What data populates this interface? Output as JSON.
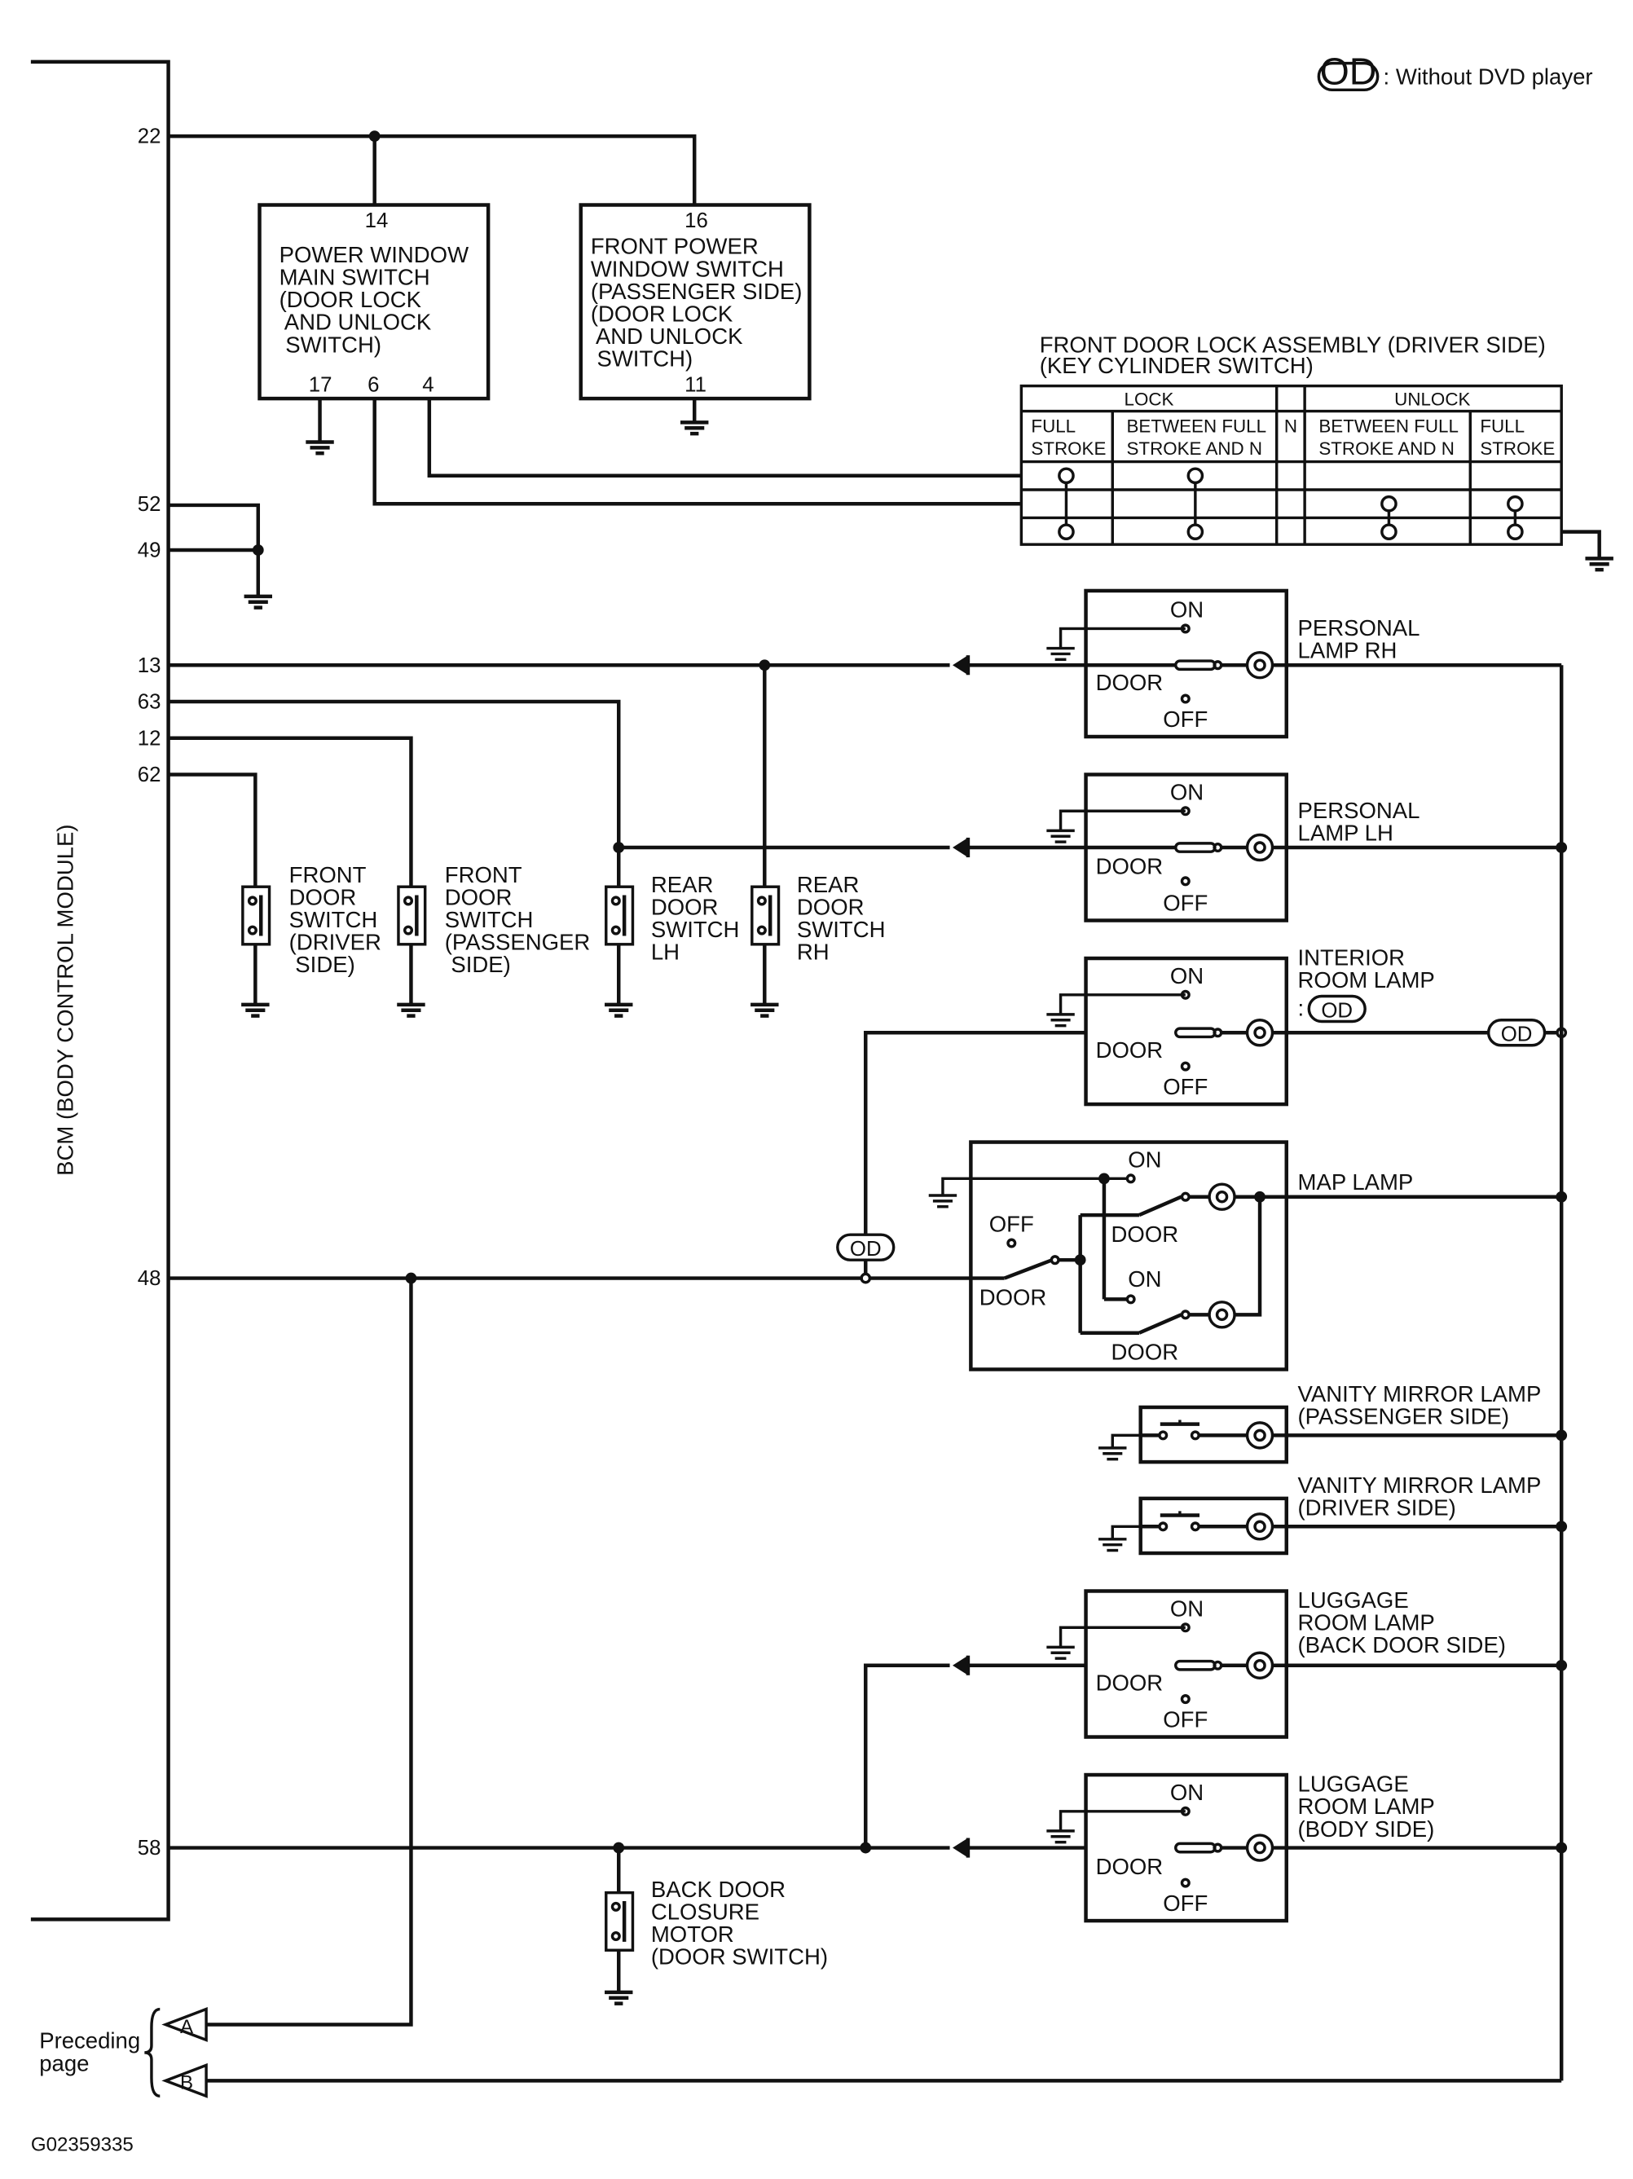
{
  "legend": {
    "badge": "OD",
    "text": ": Without DVD player"
  },
  "bcm": {
    "label": "BCM (BODY CONTROL MODULE)"
  },
  "pins": {
    "p22": "22",
    "p52": "52",
    "p49": "49",
    "p13": "13",
    "p63": "63",
    "p12": "12",
    "p62": "62",
    "p48": "48",
    "p58": "58"
  },
  "pw_main": {
    "lines": [
      "POWER WINDOW",
      "MAIN SWITCH",
      "(DOOR LOCK",
      " AND UNLOCK",
      " SWITCH)"
    ],
    "pin_top": "14",
    "pin_a": "17",
    "pin_b": "6",
    "pin_c": "4"
  },
  "pw_front": {
    "lines": [
      "FRONT POWER",
      "WINDOW SWITCH",
      "(PASSENGER SIDE)",
      "(DOOR LOCK",
      " AND UNLOCK",
      " SWITCH)"
    ],
    "pin_top": "16",
    "pin_bottom": "11"
  },
  "door_lock": {
    "title1": "FRONT DOOR LOCK ASSEMBLY (DRIVER SIDE)",
    "title2": "(KEY CYLINDER SWITCH)",
    "lock": "LOCK",
    "unlock": "UNLOCK",
    "n": "N",
    "full1": "FULL",
    "full2": "STROKE",
    "between1": "BETWEEN FULL",
    "between2": "STROKE AND N"
  },
  "switch_words": {
    "on": "ON",
    "off": "OFF",
    "door": "DOOR"
  },
  "personal_rh": [
    "PERSONAL",
    "LAMP RH"
  ],
  "personal_lh": [
    "PERSONAL",
    "LAMP LH"
  ],
  "interior": [
    "INTERIOR",
    "ROOM LAMP",
    ":"
  ],
  "map_lamp": "MAP LAMP",
  "vanity_pass": [
    "VANITY MIRROR LAMP",
    "(PASSENGER SIDE)"
  ],
  "vanity_drv": [
    "VANITY MIRROR LAMP",
    "(DRIVER SIDE)"
  ],
  "luggage_back": [
    "LUGGAGE",
    "ROOM LAMP",
    "(BACK DOOR SIDE)"
  ],
  "luggage_body": [
    "LUGGAGE",
    "ROOM LAMP",
    "(BODY SIDE)"
  ],
  "front_door_drv": [
    "FRONT",
    "DOOR",
    "SWITCH",
    "(DRIVER",
    " SIDE)"
  ],
  "front_door_pass": [
    "FRONT",
    "DOOR",
    "SWITCH",
    "(PASSENGER",
    " SIDE)"
  ],
  "rear_lh": [
    "REAR",
    "DOOR",
    "SWITCH",
    "LH"
  ],
  "rear_rh": [
    "REAR",
    "DOOR",
    "SWITCH",
    "RH"
  ],
  "back_door": [
    "BACK DOOR",
    "CLOSURE",
    "MOTOR",
    "(DOOR SWITCH)"
  ],
  "preceding": [
    "Preceding",
    "page"
  ],
  "connector_a": "A",
  "connector_b": "B",
  "figure_id": "G02359335"
}
